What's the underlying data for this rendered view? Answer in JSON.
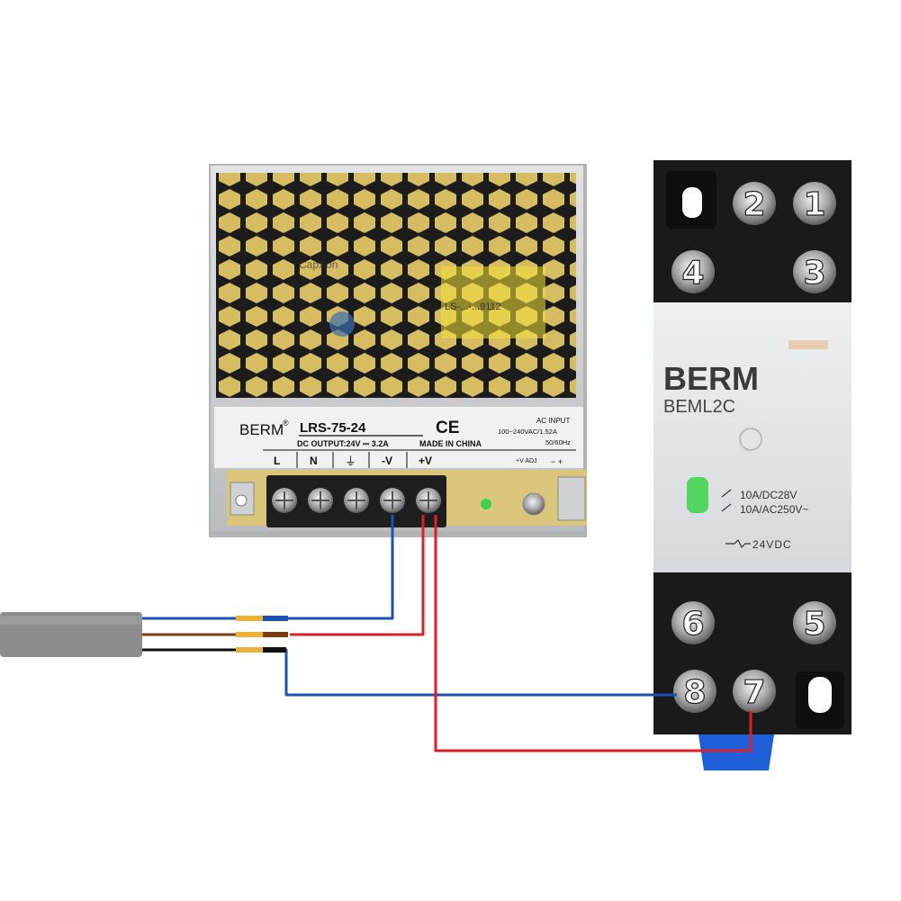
{
  "power_supply": {
    "brand": "BERM",
    "registered": "®",
    "model": "LRS-75-24",
    "ce_mark": "CE",
    "dc_output": "DC OUTPUT:24V ⎓ 3.2A",
    "made_in": "MADE IN CHINA",
    "ac_input_title": "AC INPUT",
    "ac_input_spec": "100~240VAC/1.52A",
    "ac_input_freq": "50/60Hz",
    "terminals": [
      "L",
      "N",
      "⏚",
      "-V",
      "+V"
    ],
    "adj_label": "+V ADJ",
    "adj_pm": "− +",
    "board_text_1": "CapXon",
    "board_text_2": "LS-...-...9112"
  },
  "relay": {
    "brand": "BERM",
    "model": "BEML2C",
    "rating_dc": "10A/DC28V",
    "rating_ac": "10A/AC250V~",
    "coil": "24VDC",
    "top_terminals": [
      "2",
      "1",
      "4",
      "3"
    ],
    "bottom_terminals": [
      "6",
      "5",
      "8",
      "7"
    ]
  },
  "wires": [
    {
      "name": "blue-wire",
      "color": "#1f4fb0"
    },
    {
      "name": "brown-wire",
      "color": "#7a3e12"
    },
    {
      "name": "black-wire",
      "color": "#111111"
    },
    {
      "name": "red-wire",
      "color": "#d8202a"
    }
  ],
  "colors": {
    "cable_sheath": "#8c8c8c",
    "psu_metal": "#c9cbcd",
    "relay_base": "#1a1a1a",
    "relay_clip": "#1e5fd8",
    "led_green": "#39d24a",
    "ferrule": "#e8b23a"
  }
}
